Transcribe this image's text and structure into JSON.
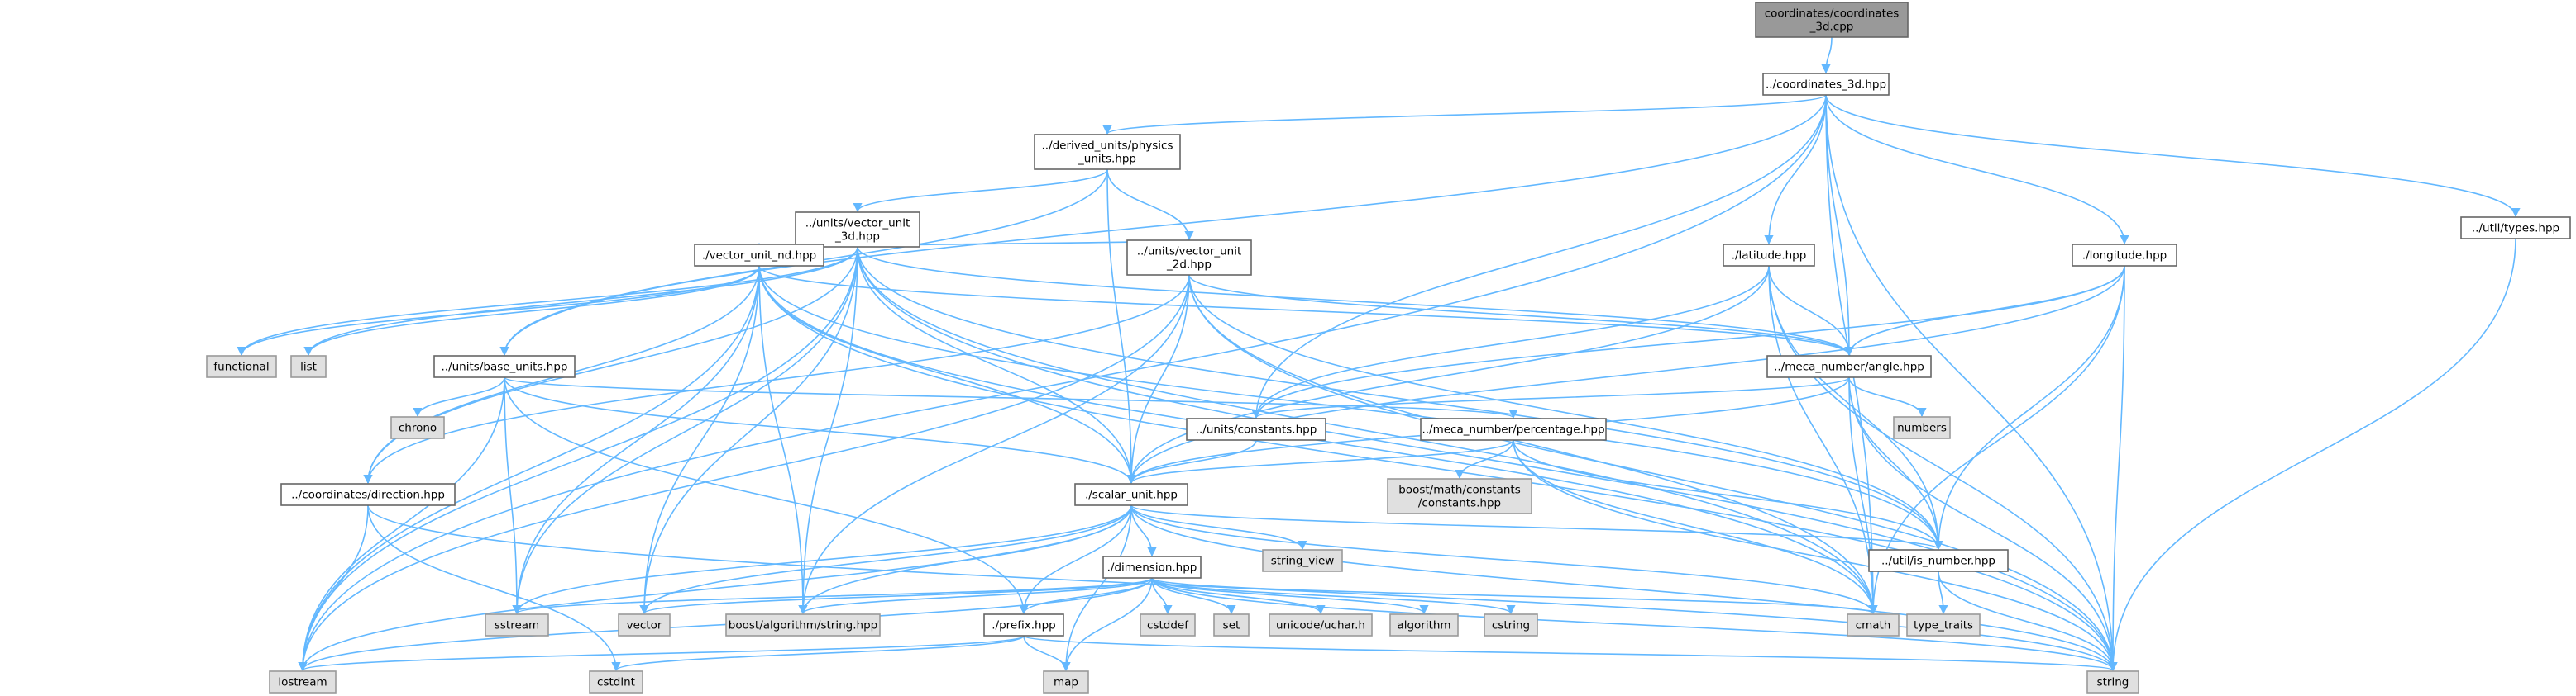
{
  "graph": {
    "colors": {
      "edge": "#63b8ff",
      "root_fill": "#999999",
      "header_fill": "#ffffff",
      "system_fill": "#e0e0e0",
      "border": "#666666"
    },
    "nodes": [
      {
        "id": "root",
        "lines": [
          "coordinates/coordinates",
          "_3d.cpp"
        ],
        "kind": "root"
      },
      {
        "id": "coordinates_3d",
        "lines": [
          "../coordinates_3d.hpp"
        ],
        "kind": "header"
      },
      {
        "id": "derived_physics",
        "lines": [
          "../derived_units/physics",
          "_units.hpp"
        ],
        "kind": "header"
      },
      {
        "id": "vector_unit_3d",
        "lines": [
          "../units/vector_unit",
          "_3d.hpp"
        ],
        "kind": "header"
      },
      {
        "id": "vector_unit_2d",
        "lines": [
          "../units/vector_unit",
          "_2d.hpp"
        ],
        "kind": "header"
      },
      {
        "id": "vector_unit_nd",
        "lines": [
          "./vector_unit_nd.hpp"
        ],
        "kind": "header"
      },
      {
        "id": "base_units",
        "lines": [
          "../units/base_units.hpp"
        ],
        "kind": "header"
      },
      {
        "id": "latitude",
        "lines": [
          "./latitude.hpp"
        ],
        "kind": "header"
      },
      {
        "id": "longitude",
        "lines": [
          "./longitude.hpp"
        ],
        "kind": "header"
      },
      {
        "id": "util_types",
        "lines": [
          "../util/types.hpp"
        ],
        "kind": "header"
      },
      {
        "id": "angle",
        "lines": [
          "../meca_number/angle.hpp"
        ],
        "kind": "header"
      },
      {
        "id": "constants",
        "lines": [
          "../units/constants.hpp"
        ],
        "kind": "header"
      },
      {
        "id": "percentage",
        "lines": [
          "../meca_number/percentage.hpp"
        ],
        "kind": "header"
      },
      {
        "id": "direction",
        "lines": [
          "../coordinates/direction.hpp"
        ],
        "kind": "header"
      },
      {
        "id": "scalar_unit",
        "lines": [
          "./scalar_unit.hpp"
        ],
        "kind": "header"
      },
      {
        "id": "dimension",
        "lines": [
          "./dimension.hpp"
        ],
        "kind": "header"
      },
      {
        "id": "prefix",
        "lines": [
          "./prefix.hpp"
        ],
        "kind": "header"
      },
      {
        "id": "is_number",
        "lines": [
          "../util/is_number.hpp"
        ],
        "kind": "header"
      },
      {
        "id": "functional",
        "lines": [
          "functional"
        ],
        "kind": "system"
      },
      {
        "id": "list",
        "lines": [
          "list"
        ],
        "kind": "system"
      },
      {
        "id": "chrono",
        "lines": [
          "chrono"
        ],
        "kind": "system"
      },
      {
        "id": "numbers",
        "lines": [
          "numbers"
        ],
        "kind": "system"
      },
      {
        "id": "boost_constants",
        "lines": [
          "boost/math/constants",
          "/constants.hpp"
        ],
        "kind": "system"
      },
      {
        "id": "string_view",
        "lines": [
          "string_view"
        ],
        "kind": "system"
      },
      {
        "id": "sstream",
        "lines": [
          "sstream"
        ],
        "kind": "system"
      },
      {
        "id": "vector",
        "lines": [
          "vector"
        ],
        "kind": "system"
      },
      {
        "id": "boost_string",
        "lines": [
          "boost/algorithm/string.hpp"
        ],
        "kind": "system"
      },
      {
        "id": "cstddef",
        "lines": [
          "cstddef"
        ],
        "kind": "system"
      },
      {
        "id": "set",
        "lines": [
          "set"
        ],
        "kind": "system"
      },
      {
        "id": "unicode_uchar",
        "lines": [
          "unicode/uchar.h"
        ],
        "kind": "system"
      },
      {
        "id": "algorithm",
        "lines": [
          "algorithm"
        ],
        "kind": "system"
      },
      {
        "id": "cstring",
        "lines": [
          "cstring"
        ],
        "kind": "system"
      },
      {
        "id": "cmath",
        "lines": [
          "cmath"
        ],
        "kind": "system"
      },
      {
        "id": "type_traits",
        "lines": [
          "type_traits"
        ],
        "kind": "system"
      },
      {
        "id": "iostream",
        "lines": [
          "iostream"
        ],
        "kind": "system"
      },
      {
        "id": "cstdint",
        "lines": [
          "cstdint"
        ],
        "kind": "system"
      },
      {
        "id": "map",
        "lines": [
          "map"
        ],
        "kind": "system"
      },
      {
        "id": "string",
        "lines": [
          "string"
        ],
        "kind": "system"
      }
    ],
    "edges": [
      [
        "root",
        "coordinates_3d"
      ],
      [
        "coordinates_3d",
        "derived_physics"
      ],
      [
        "coordinates_3d",
        "base_units"
      ],
      [
        "coordinates_3d",
        "iostream"
      ],
      [
        "coordinates_3d",
        "constants"
      ],
      [
        "coordinates_3d",
        "latitude"
      ],
      [
        "coordinates_3d",
        "angle"
      ],
      [
        "coordinates_3d",
        "longitude"
      ],
      [
        "coordinates_3d",
        "util_types"
      ],
      [
        "coordinates_3d",
        "cmath"
      ],
      [
        "coordinates_3d",
        "string"
      ],
      [
        "derived_physics",
        "vector_unit_3d"
      ],
      [
        "derived_physics",
        "vector_unit_2d"
      ],
      [
        "derived_physics",
        "scalar_unit"
      ],
      [
        "derived_physics",
        "base_units"
      ],
      [
        "vector_unit_3d",
        "vector_unit_nd"
      ],
      [
        "vector_unit_3d",
        "vector_unit_2d"
      ],
      [
        "vector_unit_3d",
        "functional"
      ],
      [
        "vector_unit_3d",
        "list"
      ],
      [
        "vector_unit_3d",
        "direction"
      ],
      [
        "vector_unit_3d",
        "scalar_unit"
      ],
      [
        "vector_unit_3d",
        "angle"
      ],
      [
        "vector_unit_3d",
        "is_number"
      ],
      [
        "vector_unit_3d",
        "sstream"
      ],
      [
        "vector_unit_3d",
        "vector"
      ],
      [
        "vector_unit_3d",
        "boost_string"
      ],
      [
        "vector_unit_3d",
        "iostream"
      ],
      [
        "vector_unit_3d",
        "cmath"
      ],
      [
        "vector_unit_3d",
        "string"
      ],
      [
        "vector_unit_nd",
        "functional"
      ],
      [
        "vector_unit_nd",
        "list"
      ],
      [
        "vector_unit_nd",
        "direction"
      ],
      [
        "vector_unit_nd",
        "scalar_unit"
      ],
      [
        "vector_unit_nd",
        "angle"
      ],
      [
        "vector_unit_nd",
        "is_number"
      ],
      [
        "vector_unit_nd",
        "sstream"
      ],
      [
        "vector_unit_nd",
        "vector"
      ],
      [
        "vector_unit_nd",
        "boost_string"
      ],
      [
        "vector_unit_nd",
        "iostream"
      ],
      [
        "vector_unit_nd",
        "cmath"
      ],
      [
        "vector_unit_nd",
        "string"
      ],
      [
        "vector_unit_2d",
        "direction"
      ],
      [
        "vector_unit_2d",
        "scalar_unit"
      ],
      [
        "vector_unit_2d",
        "angle"
      ],
      [
        "vector_unit_2d",
        "is_number"
      ],
      [
        "vector_unit_2d",
        "boost_string"
      ],
      [
        "vector_unit_2d",
        "iostream"
      ],
      [
        "vector_unit_2d",
        "cmath"
      ],
      [
        "vector_unit_2d",
        "string"
      ],
      [
        "base_units",
        "chrono"
      ],
      [
        "base_units",
        "percentage"
      ],
      [
        "base_units",
        "scalar_unit"
      ],
      [
        "base_units",
        "prefix"
      ],
      [
        "base_units",
        "sstream"
      ],
      [
        "base_units",
        "iostream"
      ],
      [
        "latitude",
        "angle"
      ],
      [
        "latitude",
        "constants"
      ],
      [
        "latitude",
        "scalar_unit"
      ],
      [
        "latitude",
        "is_number"
      ],
      [
        "latitude",
        "cmath"
      ],
      [
        "latitude",
        "string"
      ],
      [
        "longitude",
        "angle"
      ],
      [
        "longitude",
        "constants"
      ],
      [
        "longitude",
        "scalar_unit"
      ],
      [
        "longitude",
        "is_number"
      ],
      [
        "longitude",
        "cmath"
      ],
      [
        "longitude",
        "string"
      ],
      [
        "util_types",
        "string"
      ],
      [
        "angle",
        "constants"
      ],
      [
        "angle",
        "scalar_unit"
      ],
      [
        "angle",
        "numbers"
      ],
      [
        "angle",
        "is_number"
      ],
      [
        "angle",
        "cmath"
      ],
      [
        "angle",
        "string"
      ],
      [
        "constants",
        "scalar_unit"
      ],
      [
        "percentage",
        "scalar_unit"
      ],
      [
        "percentage",
        "boost_constants"
      ],
      [
        "percentage",
        "is_number"
      ],
      [
        "percentage",
        "cmath"
      ],
      [
        "percentage",
        "string"
      ],
      [
        "direction",
        "iostream"
      ],
      [
        "direction",
        "cstdint"
      ],
      [
        "direction",
        "string"
      ],
      [
        "scalar_unit",
        "dimension"
      ],
      [
        "scalar_unit",
        "prefix"
      ],
      [
        "scalar_unit",
        "string_view"
      ],
      [
        "scalar_unit",
        "is_number"
      ],
      [
        "scalar_unit",
        "sstream"
      ],
      [
        "scalar_unit",
        "vector"
      ],
      [
        "scalar_unit",
        "boost_string"
      ],
      [
        "scalar_unit",
        "iostream"
      ],
      [
        "scalar_unit",
        "map"
      ],
      [
        "scalar_unit",
        "cmath"
      ],
      [
        "scalar_unit",
        "string"
      ],
      [
        "dimension",
        "prefix"
      ],
      [
        "dimension",
        "sstream"
      ],
      [
        "dimension",
        "vector"
      ],
      [
        "dimension",
        "boost_string"
      ],
      [
        "dimension",
        "cstddef"
      ],
      [
        "dimension",
        "set"
      ],
      [
        "dimension",
        "unicode_uchar"
      ],
      [
        "dimension",
        "algorithm"
      ],
      [
        "dimension",
        "cstring"
      ],
      [
        "dimension",
        "cmath"
      ],
      [
        "dimension",
        "map"
      ],
      [
        "dimension",
        "iostream"
      ],
      [
        "dimension",
        "string"
      ],
      [
        "prefix",
        "iostream"
      ],
      [
        "prefix",
        "cstdint"
      ],
      [
        "prefix",
        "map"
      ],
      [
        "prefix",
        "string"
      ],
      [
        "is_number",
        "type_traits"
      ],
      [
        "is_number",
        "string"
      ]
    ]
  }
}
